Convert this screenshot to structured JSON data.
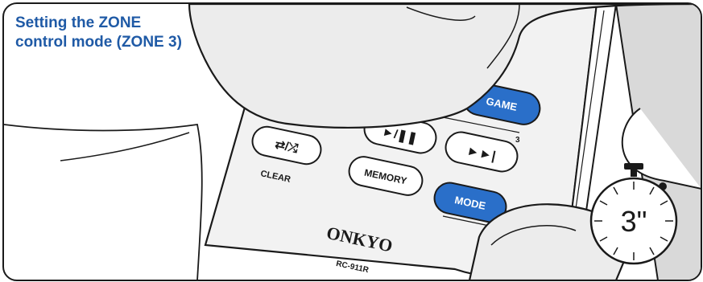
{
  "heading": {
    "line1": "Setting the ZONE",
    "line2": "control mode (ZONE 3)"
  },
  "remote": {
    "brand": "ONKYO",
    "model": "RC-911R",
    "buttons": {
      "game": "GAME",
      "game_number": "3",
      "memory": "MEMORY",
      "mode": "MODE",
      "clear": "CLEAR"
    }
  },
  "timer": {
    "value": "3\""
  },
  "colors": {
    "accent_blue": "#1f5aa6",
    "outline": "#1a1a1a",
    "panel_gray": "#d9d9d9",
    "remote_light": "#f2f2f2"
  }
}
